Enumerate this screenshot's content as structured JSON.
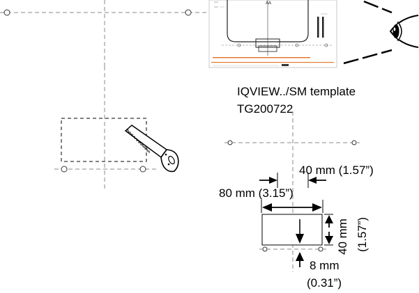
{
  "template_caption": {
    "line1": "IQVIEW../SM template",
    "line2": "TG200722"
  },
  "dimensions": {
    "gap_width": "40 mm (1.57”)",
    "cutout_width": "80 mm (3.15”)",
    "cutout_height_mm": "40 mm",
    "cutout_height_in": "(1.57”)",
    "offset_mm": "8 mm",
    "offset_in": "(0.31”)"
  },
  "icons": {
    "saw": "hand-saw-icon",
    "eye": "eye-icon",
    "template_sheet": "template-sheet-icon"
  },
  "colors": {
    "accent_stripe": "#e07a2e",
    "line": "#000000",
    "dashed": "#8a8a8a"
  }
}
